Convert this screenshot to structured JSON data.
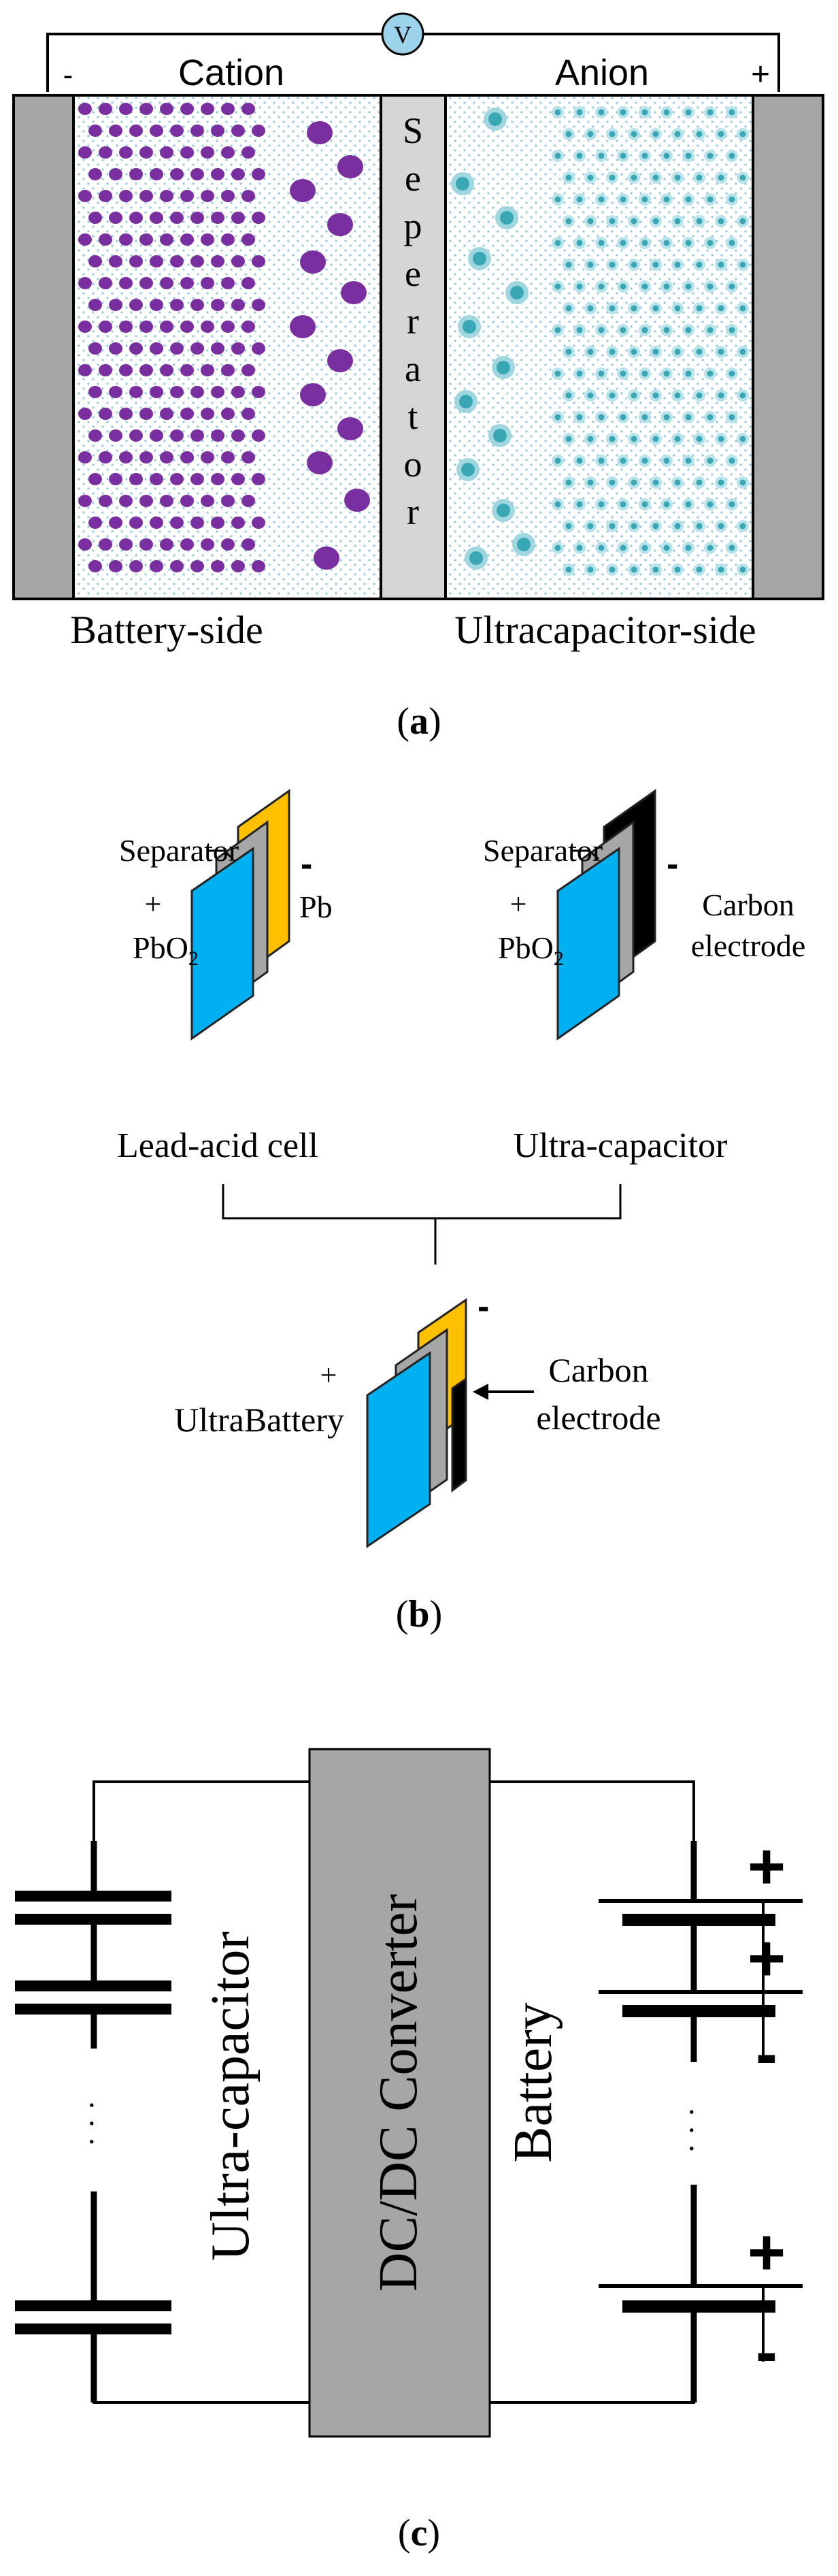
{
  "panel_a": {
    "meter": "V",
    "neg_sign": "-",
    "pos_sign": "+",
    "cation_label": "Cation",
    "anion_label": "Anion",
    "separator_letters": [
      "S",
      "e",
      "p",
      "e",
      "r",
      "a",
      "t",
      "o",
      "r"
    ],
    "battery_side_label": "Battery-side",
    "ultracap_side_label": "Ultracapacitor-side",
    "caption": [
      "(",
      "a",
      ")"
    ],
    "colors": {
      "cation": "#7a2fa0",
      "anion": "#3aa7b4",
      "electrode": "#a6a6a6",
      "separator": "#d6d6d6"
    }
  },
  "panel_b": {
    "lead_acid": {
      "separator": "Separator",
      "plus": "+",
      "minus": "-",
      "pbo2": "PbO",
      "pbo2_sub": "2",
      "pb": "Pb",
      "title": "Lead-acid cell"
    },
    "ultracap": {
      "separator": "Separator",
      "plus": "+",
      "minus": "-",
      "pbo2": "PbO",
      "pbo2_sub": "2",
      "carbon_line1": "Carbon",
      "carbon_line2": "electrode",
      "title": "Ultra-capacitor"
    },
    "ultrabattery": {
      "plus": "+",
      "minus": "-",
      "label": "UltraBattery",
      "carbon_line1": "Carbon",
      "carbon_line2": "electrode"
    },
    "caption": [
      "(",
      "b",
      ")"
    ],
    "colors": {
      "positive_plate": "#00b0f0",
      "separator": "#a6a6a6",
      "lead_plate": "#ffc000",
      "carbon_plate": "#000000"
    }
  },
  "panel_c": {
    "converter": "DC/DC Converter",
    "left_label": "Ultra-capacitor",
    "right_label": "Battery",
    "dots": "· · ·",
    "plus": "+",
    "minus": "-",
    "caption": [
      "(",
      "c",
      ")"
    ],
    "colors": {
      "converter": "#a6a6a6"
    }
  }
}
